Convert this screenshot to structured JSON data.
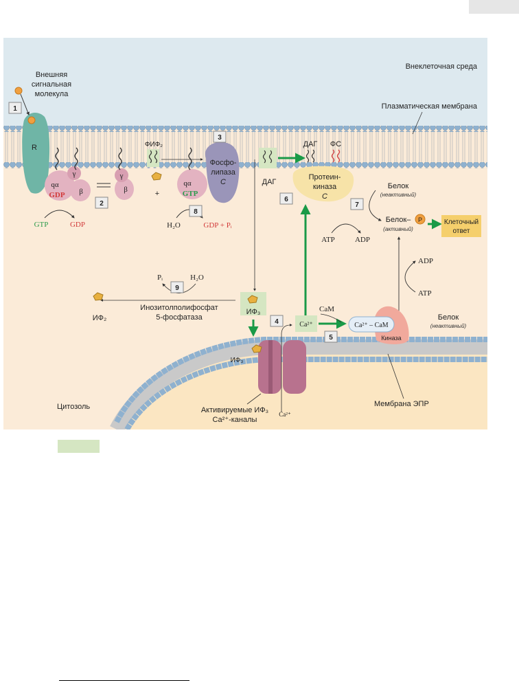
{
  "labels": {
    "extracellular": "Внеклеточная среда",
    "plasma_membrane": "Плазматическая мембрана",
    "signal_molecule": [
      "Внешняя",
      "сигнальная",
      "молекула"
    ],
    "receptor": "R",
    "q_alpha": "qα",
    "gamma": "γ",
    "beta": "β",
    "gdp": "GDP",
    "gtp": "GTP",
    "gtp_out": "GTP",
    "gdp_out": "GDP",
    "pip2": "ФИФ₂",
    "plus": "+",
    "plc": [
      "Фосфо-",
      "липаза",
      "C"
    ],
    "h2o": "H₂O",
    "gdp_pi": "GDP + Pᵢ",
    "dag_box": "ДАГ",
    "dag_top": "ДАГ",
    "ps": "ФС",
    "pkc": [
      "Протеин-",
      "киназа",
      "C"
    ],
    "protein_inactive": "Белок",
    "inactive_note": "(неактивный)",
    "protein_p": "Белок–",
    "p_symbol": "P",
    "active_note": "(активный)",
    "cell_response": [
      "Клеточный",
      "ответ"
    ],
    "atp1": "ATP",
    "adp1": "ADP",
    "adp2": "ADP",
    "atp2": "ATP",
    "protein_inactive2": "Белок",
    "inactive_note2": "(неактивный)",
    "pi": "Pᵢ",
    "h2o2": "H₂O",
    "phosphatase": [
      "Инозитолполифосфат",
      "5-фосфатаза"
    ],
    "ip2": "ИФ₂",
    "ip3_box": "ИФ₃",
    "cam": "CaM",
    "ca_box": "Ca²⁺",
    "ca_cam": "Ca²⁺ – CaM",
    "kinase": "Киназа",
    "ip3_channel": "ИФ₃",
    "cytosol": "Цитозоль",
    "channels": [
      "Активируемые ИФ₃",
      "Ca²⁺-каналы"
    ],
    "ca_bottom": "Ca²⁺",
    "er_membrane": "Мембрана ЭПР"
  },
  "steps": [
    "1",
    "2",
    "3",
    "4",
    "5",
    "6",
    "7",
    "8",
    "9"
  ],
  "colors": {
    "extracellular_bg": "#dde9ef",
    "cytosol_bg": "#fbebd8",
    "er_bg": "#fbe6c2",
    "lipid_head": "#8fb1cf",
    "receptor": "#6fb5a6",
    "g_protein": "#e3b3c1",
    "plc": "#9a95b9",
    "pkc": "#f7e3a8",
    "channel": "#b8728e",
    "kinase": "#f1a99c",
    "arrow_green": "#1a9a47",
    "gtp_green": "#2a9a4a",
    "gdp_red": "#d23a3a",
    "box_green": "#d5e6c2",
    "response_box": "#f5cf6c"
  }
}
